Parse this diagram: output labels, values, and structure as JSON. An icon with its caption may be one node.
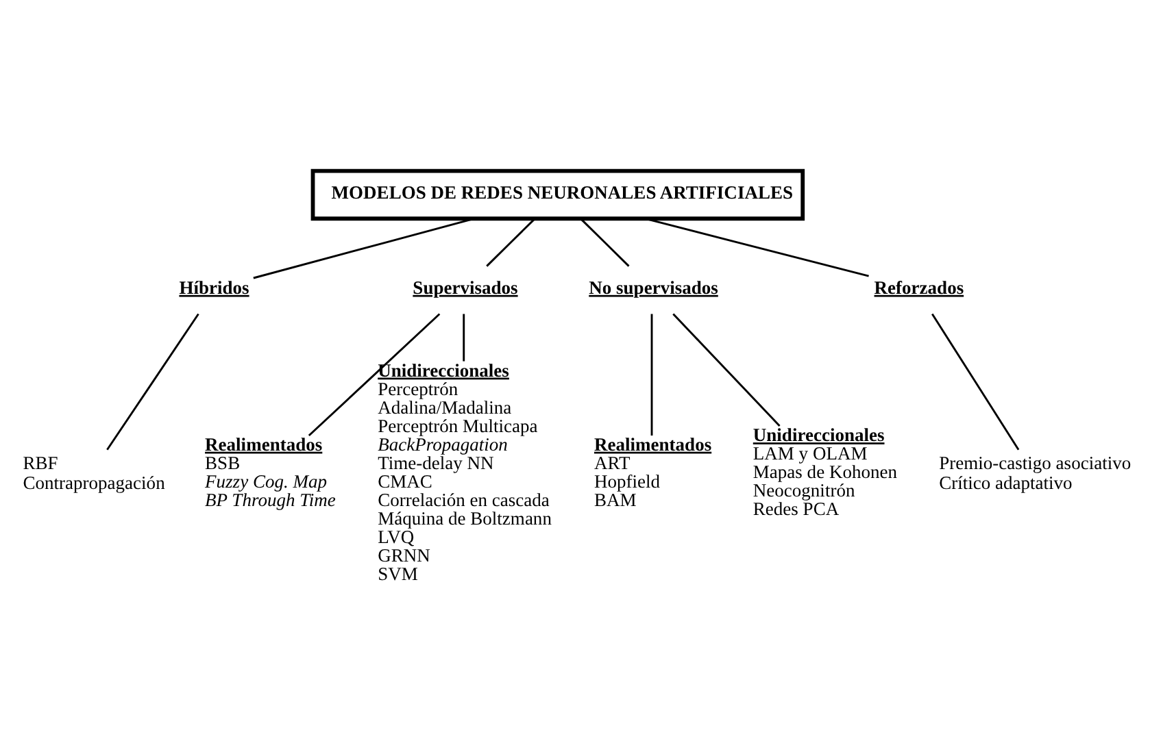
{
  "diagram": {
    "nodes": [
      {
        "text": [
          "MODELOS DE REDES NEURONALES ARTIFICIALES"
        ]
      },
      {
        "text": [
          "Híbridos"
        ]
      },
      {
        "text": [
          "Supervisados"
        ]
      },
      {
        "text": [
          "No supervisados"
        ]
      },
      {
        "text": [
          "Reforzados"
        ]
      },
      {
        "text": [
          "Realimentados",
          "BSB",
          "*Fuzzy Cog. Map*",
          "*BP Through Time*"
        ]
      },
      {
        "text": [
          "Unidireccionales",
          "Perceptrón",
          "Adalina/Madalina",
          "Perceptrón Multicapa",
          "*BackPropagation*",
          "Time-delay NN",
          "CMAC",
          "Correlación en cascada",
          "Máquina de Boltzmann",
          "LVQ",
          "GRNN",
          "SVM"
        ]
      },
      {
        "text": [
          "Realimentados",
          "ART",
          "Hopfield",
          "BAM"
        ]
      },
      {
        "text": [
          "Unidireccionales",
          "LAM y OLAM",
          "Mapas de Kohonen",
          "Neocognitrón",
          "Redes PCA"
        ]
      },
      {
        "text": [
          "RBF",
          "Contrapropagación"
        ]
      },
      {
        "text": [
          "Premio-castigo asociativo",
          "Crítico adaptativo"
        ]
      }
    ],
    "edges": [
      {
        "from": 0,
        "to": 1,
        "arrow": "none"
      },
      {
        "from": 0,
        "to": 2,
        "arrow": "none"
      },
      {
        "from": 0,
        "to": 3,
        "arrow": "none"
      },
      {
        "from": 0,
        "to": 4,
        "arrow": "none"
      },
      {
        "from": 2,
        "to": 5,
        "arrow": "none"
      },
      {
        "from": 2,
        "to": 6,
        "arrow": "none"
      },
      {
        "from": 3,
        "to": 7,
        "arrow": "none"
      },
      {
        "from": 3,
        "to": 8,
        "arrow": "none"
      },
      {
        "from": 1,
        "to": 9,
        "arrow": "none"
      },
      {
        "from": 4,
        "to": 10,
        "arrow": "none"
      }
    ]
  }
}
